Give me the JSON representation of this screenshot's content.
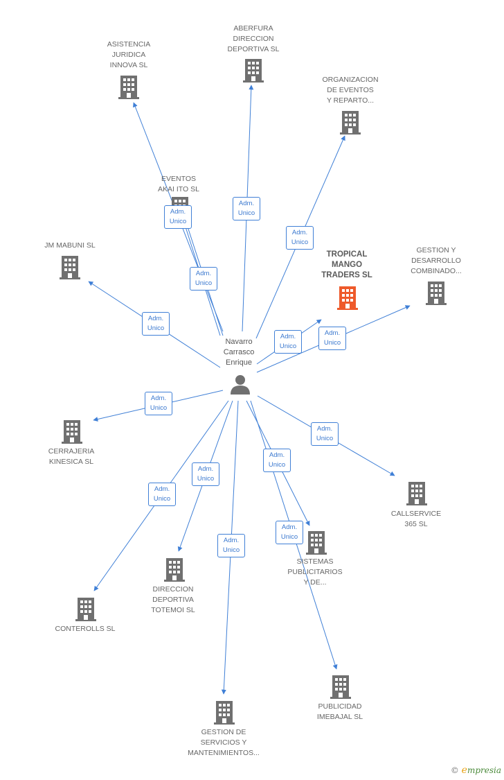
{
  "colors": {
    "edge": "#3f7fd6",
    "building": "#707070",
    "building_highlight": "#ee5a2b",
    "person": "#707070"
  },
  "center": {
    "label": "Navarro\nCarrasco\nEnrique",
    "icon": "person-icon"
  },
  "edge_label": "Adm.\nUnico",
  "nodes": [
    {
      "id": "asistencia",
      "label": "ASISTENCIA\nJURIDICA\nINNOVA  SL",
      "icon": "building-icon",
      "highlight": false
    },
    {
      "id": "aberfura",
      "label": "ABERFURA\nDIRECCION\nDEPORTIVA  SL",
      "icon": "building-icon",
      "highlight": false
    },
    {
      "id": "organizacion",
      "label": "ORGANIZACION\nDE EVENTOS\nY REPARTO...",
      "icon": "building-icon",
      "highlight": false
    },
    {
      "id": "eventos",
      "label": "EVENTOS\nAKAI ITO  SL",
      "icon": "building-icon",
      "highlight": false
    },
    {
      "id": "jmmabuni",
      "label": "JM MABUNI SL",
      "icon": "building-icon",
      "highlight": false
    },
    {
      "id": "tropical",
      "label": "TROPICAL\nMANGO\nTRADERS  SL",
      "icon": "building-icon",
      "highlight": true
    },
    {
      "id": "gestiondes",
      "label": "GESTION Y\nDESARROLLO\nCOMBINADO...",
      "icon": "building-icon",
      "highlight": false
    },
    {
      "id": "cerrajeria",
      "label": "CERRAJERIA\nKINESICA  SL",
      "icon": "building-icon",
      "highlight": false
    },
    {
      "id": "callservice",
      "label": "CALLSERVICE\n365  SL",
      "icon": "building-icon",
      "highlight": false
    },
    {
      "id": "sistemas",
      "label": "SISTEMAS\nPUBLICITARIOS\nY DE...",
      "icon": "building-icon",
      "highlight": false
    },
    {
      "id": "direccion",
      "label": "DIRECCION\nDEPORTIVA\nTOTEMOI  SL",
      "icon": "building-icon",
      "highlight": false
    },
    {
      "id": "conterolls",
      "label": "CONTEROLLS SL",
      "icon": "building-icon",
      "highlight": false
    },
    {
      "id": "gestionserv",
      "label": "GESTION DE\nSERVICIOS Y\nMANTENIMIENTOS...",
      "icon": "building-icon",
      "highlight": false
    },
    {
      "id": "publicidad",
      "label": "PUBLICIDAD\nIMEBAJAL  SL",
      "icon": "building-icon",
      "highlight": false
    }
  ],
  "brand": {
    "copyright": "©",
    "e": "e",
    "rest": "mpresia"
  }
}
